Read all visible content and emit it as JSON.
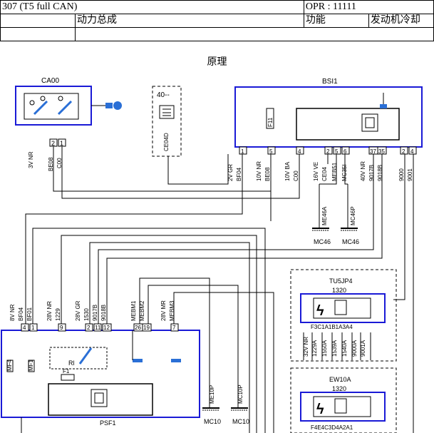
{
  "header": {
    "model": "307 (T5 full CAN)",
    "opr": "OPR : 11111",
    "system": "动力总成",
    "function_label": "功能",
    "function_value": "发动机冷却"
  },
  "section_title": "原理",
  "components": {
    "ca00": "CA00",
    "c40": "40--",
    "ce04d": "CE04D",
    "bsi1": "BSI1",
    "f11": "F11",
    "psf1": "PSF1",
    "tu5jp4": "TU5JP4",
    "tu5jp4_num": "1320",
    "ew10a": "EW10A",
    "ew10a_num": "1320",
    "rl": "Rl",
    "f1": "F1",
    "mf4": "MF4",
    "mf1": "MF1"
  },
  "pins": {
    "ca00": [
      "2",
      "1"
    ],
    "bsi1_left": [
      "1",
      "5",
      "4"
    ],
    "bsi1_mid": [
      "2",
      "5",
      "6"
    ],
    "bsi1_right": [
      "37",
      "35"
    ],
    "bsi1_far": [
      "2",
      "4"
    ],
    "psf1": [
      "4",
      "1",
      "9",
      "2",
      "11",
      "12",
      "26",
      "19",
      "7"
    ],
    "tu5jp4": "F3C1A1B1A3A4",
    "ew10a": "F4E4C3D4A2A1"
  },
  "wires": {
    "ca00_a": "3V NR",
    "ca00_b": "BE08",
    "ca00_c": "C00",
    "bsi_a": "2V GR",
    "bsi_b": "BF04",
    "bsi_c": "10V NR",
    "bsi_d": "BE08",
    "bsi_e": "10V BA",
    "bsi_f": "C00",
    "bsi_g": "16V VE",
    "bsi_h": "CE04",
    "bsi_i": "MEB51",
    "bsi_j": "MC35I",
    "bsi_k": "40V NR",
    "bsi_l": "9017B",
    "bsi_m": "9018B",
    "bsi_n": "9000",
    "bsi_o": "9001",
    "psf_a": "8V NR",
    "psf_b": "BF04",
    "psf_c": "BF01",
    "psf_d": "28V NR",
    "psf_e": "1229",
    "psf_f": "28V GR",
    "psf_g": "1530",
    "psf_h": "9017B",
    "psf_i": "9018B",
    "psf_j": "MEBM1",
    "psf_k": "MEBM2",
    "psf_l": "28V MR",
    "psf_m": "MEBM3",
    "tu_a": "32V NR",
    "tu_b": "1229A",
    "tu_c": "1550A",
    "tu_d": "1539A",
    "tu_e": "1540A",
    "tu_f": "9000A",
    "tu_g": "9001A"
  },
  "grounds": {
    "me46a": "ME46A",
    "mc46_a": "MC46",
    "mc46p": "MC46P",
    "mc46_b": "MC46",
    "me10p": "ME10P",
    "mc10_a": "MC10",
    "mc10p": "MC10P",
    "mc10_b": "MC10"
  },
  "colors": {
    "box": "#1a1ad6",
    "wire": "#000000",
    "accent": "#2a6fd6"
  }
}
